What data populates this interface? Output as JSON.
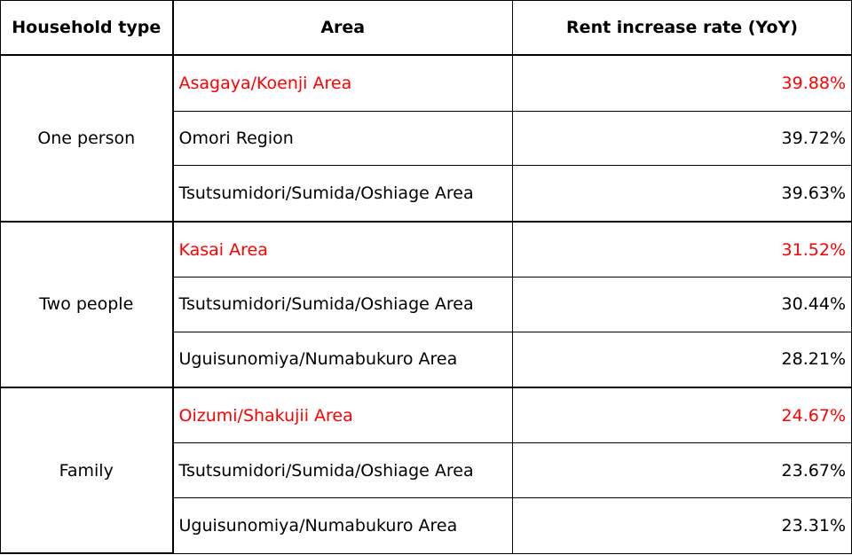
{
  "chart_data": {
    "type": "table",
    "columns": [
      "Household type",
      "Area",
      "Rent increase rate (YoY)"
    ],
    "groups": [
      {
        "household_type": "One person",
        "rows": [
          {
            "area": "Asagaya/Koenji Area",
            "rate": "39.88%",
            "value": 39.88,
            "highlight": true
          },
          {
            "area": "Omori Region",
            "rate": "39.72%",
            "value": 39.72,
            "highlight": false
          },
          {
            "area": "Tsutsumidori/Sumida/Oshiage Area",
            "rate": "39.63%",
            "value": 39.63,
            "highlight": false
          }
        ]
      },
      {
        "household_type": "Two people",
        "rows": [
          {
            "area": "Kasai Area",
            "rate": "31.52%",
            "value": 31.52,
            "highlight": true
          },
          {
            "area": "Tsutsumidori/Sumida/Oshiage Area",
            "rate": "30.44%",
            "value": 30.44,
            "highlight": false
          },
          {
            "area": "Uguisunomiya/Numabukuro Area",
            "rate": "28.21%",
            "value": 28.21,
            "highlight": false
          }
        ]
      },
      {
        "household_type": "Family",
        "rows": [
          {
            "area": "Oizumi/Shakujii Area",
            "rate": "24.67%",
            "value": 24.67,
            "highlight": true
          },
          {
            "area": "Tsutsumidori/Sumida/Oshiage Area",
            "rate": "23.67%",
            "value": 23.67,
            "highlight": false
          },
          {
            "area": "Uguisunomiya/Numabukuro Area",
            "rate": "23.31%",
            "value": 23.31,
            "highlight": false
          }
        ]
      }
    ]
  },
  "colors": {
    "highlight": "#ff0000",
    "text": "#000000",
    "border": "#000000"
  }
}
